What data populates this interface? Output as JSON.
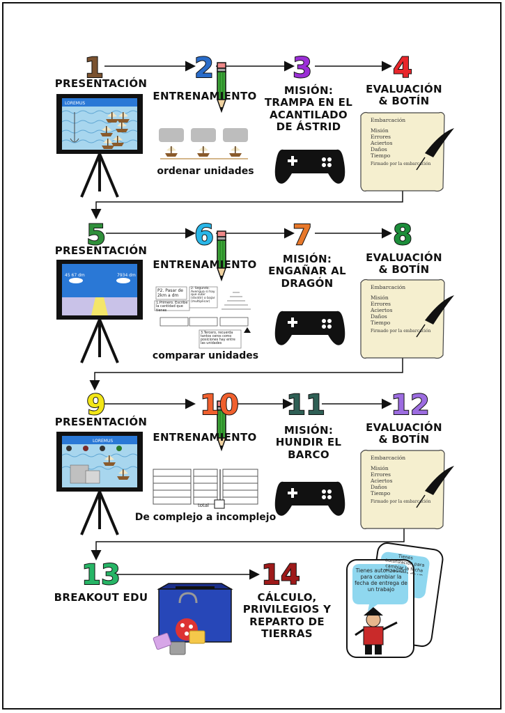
{
  "colors": {
    "step1": "#7a5230",
    "step2": "#2a6cc9",
    "step3": "#9b2fd6",
    "step4": "#e8262b",
    "step5": "#2f8f3a",
    "step6": "#29b6e8",
    "step7": "#e8782a",
    "step8": "#1c8d3a",
    "step9": "#f2e617",
    "step10": "#f0602e",
    "step11": "#2f5f55",
    "step12": "#9c6ce0",
    "step13": "#27b566",
    "step14": "#9e1a1a",
    "sea": "#a8d6ee",
    "board_blue": "#2a78d6",
    "box_blue": "#2747b8",
    "parchment": "#f5efcf"
  },
  "rows": [
    {
      "steps": [
        {
          "number": "1",
          "title": "PRESENTACIÓN"
        },
        {
          "number": "2",
          "title": "ENTRENAMIENTO",
          "caption": "ordenar unidades"
        },
        {
          "number": "3",
          "title": "MISIÓN:\nTRAMPA EN EL\nACANTILADO\nDE ÁSTRID"
        },
        {
          "number": "4",
          "title": "EVALUACIÓN\n& BOTÍN"
        }
      ]
    },
    {
      "steps": [
        {
          "number": "5",
          "title": "PRESENTACIÓN",
          "screen_left": "45 67 dm",
          "screen_right": "7934 dm"
        },
        {
          "number": "6",
          "title": "ENTRENAMIENTO",
          "caption": "comparar unidades",
          "notes": [
            "P2. Pasar de 2km a dm",
            "2. Segundo. Averigua si hay que subir (dividir) o bajar (multiplicar)",
            "1.Primero. Escribe la cantidad que tienes",
            "3.Tercero, recuerda tantos ceros como posiciones hay entre las unidades"
          ]
        },
        {
          "number": "7",
          "title": "MISIÓN:\nENGAÑAR AL\nDRAGÓN"
        },
        {
          "number": "8",
          "title": "EVALUACIÓN\n& BOTÍN"
        }
      ]
    },
    {
      "steps": [
        {
          "number": "9",
          "title": "PRESENTACIÓN"
        },
        {
          "number": "10",
          "title": "ENTRENAMIENTO",
          "caption": "De complejo a incomplejo",
          "total_label": "total"
        },
        {
          "number": "11",
          "title": "MISIÓN:\nHUNDIR EL\nBARCO"
        },
        {
          "number": "12",
          "title": "EVALUACIÓN\n& BOTÍN"
        }
      ]
    },
    {
      "steps": [
        {
          "number": "13",
          "title": "BREAKOUT EDU"
        },
        {
          "number": "14",
          "title": "CÁLCULO,\nPRIVILEGIOS Y\nREPARTO DE\nTIERRAS"
        }
      ]
    }
  ],
  "evaluation_sheet": {
    "header": "Embarcación",
    "items": [
      "Misión",
      "Errores",
      "Aciertos",
      "Daños",
      "Tiempo"
    ],
    "footer": "Firmado por la embarcación"
  },
  "privilege_card": {
    "front_text": "Tienes autorización para cambiar la fecha de entrega de un trabajo",
    "back_text": "Tienes autorización para cambiar la fecha de entrega de un trabajo"
  },
  "screen_logo": "LOREMUS"
}
